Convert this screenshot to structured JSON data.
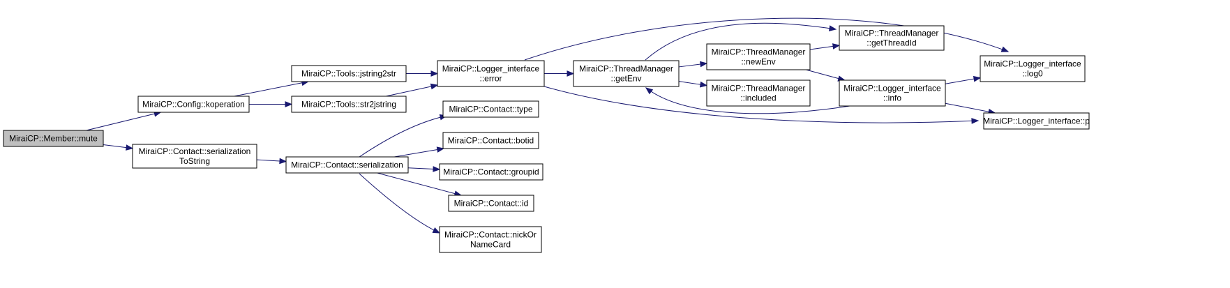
{
  "graph": {
    "nodes": [
      {
        "id": "member_mute",
        "lines": [
          "MiraiCP::Member::mute"
        ],
        "root": true
      },
      {
        "id": "config_koperation",
        "lines": [
          "MiraiCP::Config::koperation"
        ]
      },
      {
        "id": "contact_serializationToString",
        "lines": [
          "MiraiCP::Contact::serialization",
          "ToString"
        ]
      },
      {
        "id": "tools_jstring2str",
        "lines": [
          "MiraiCP::Tools::jstring2str"
        ]
      },
      {
        "id": "tools_str2jstring",
        "lines": [
          "MiraiCP::Tools::str2jstring"
        ]
      },
      {
        "id": "contact_serialization",
        "lines": [
          "MiraiCP::Contact::serialization"
        ]
      },
      {
        "id": "logger_error",
        "lines": [
          "MiraiCP::Logger_interface",
          "::error"
        ]
      },
      {
        "id": "contact_type",
        "lines": [
          "MiraiCP::Contact::type"
        ]
      },
      {
        "id": "contact_botid",
        "lines": [
          "MiraiCP::Contact::botid"
        ]
      },
      {
        "id": "contact_groupid",
        "lines": [
          "MiraiCP::Contact::groupid"
        ]
      },
      {
        "id": "contact_id",
        "lines": [
          "MiraiCP::Contact::id"
        ]
      },
      {
        "id": "contact_nickOrNameCard",
        "lines": [
          "MiraiCP::Contact::nickOr",
          "NameCard"
        ]
      },
      {
        "id": "tm_getEnv",
        "lines": [
          "MiraiCP::ThreadManager",
          "::getEnv"
        ]
      },
      {
        "id": "tm_newEnv",
        "lines": [
          "MiraiCP::ThreadManager",
          "::newEnv"
        ]
      },
      {
        "id": "tm_included",
        "lines": [
          "MiraiCP::ThreadManager",
          "::included"
        ]
      },
      {
        "id": "tm_getThreadId",
        "lines": [
          "MiraiCP::ThreadManager",
          "::getThreadId"
        ]
      },
      {
        "id": "logger_info",
        "lines": [
          "MiraiCP::Logger_interface",
          "::info"
        ]
      },
      {
        "id": "logger_log0",
        "lines": [
          "MiraiCP::Logger_interface",
          "::log0"
        ]
      },
      {
        "id": "logger_p",
        "lines": [
          "MiraiCP::Logger_interface::p"
        ]
      }
    ],
    "edges": [
      [
        "member_mute",
        "config_koperation"
      ],
      [
        "member_mute",
        "contact_serializationToString"
      ],
      [
        "config_koperation",
        "tools_jstring2str"
      ],
      [
        "config_koperation",
        "tools_str2jstring"
      ],
      [
        "tools_jstring2str",
        "logger_error"
      ],
      [
        "tools_str2jstring",
        "logger_error"
      ],
      [
        "contact_serializationToString",
        "contact_serialization"
      ],
      [
        "contact_serialization",
        "contact_type"
      ],
      [
        "contact_serialization",
        "contact_botid"
      ],
      [
        "contact_serialization",
        "contact_groupid"
      ],
      [
        "contact_serialization",
        "contact_id"
      ],
      [
        "contact_serialization",
        "contact_nickOrNameCard"
      ],
      [
        "logger_error",
        "tm_getEnv"
      ],
      [
        "logger_error",
        "logger_log0"
      ],
      [
        "logger_error",
        "logger_p"
      ],
      [
        "tm_getEnv",
        "tm_newEnv"
      ],
      [
        "tm_getEnv",
        "tm_included"
      ],
      [
        "tm_getEnv",
        "tm_getThreadId"
      ],
      [
        "tm_newEnv",
        "tm_getThreadId"
      ],
      [
        "tm_newEnv",
        "logger_info"
      ],
      [
        "logger_info",
        "tm_getEnv"
      ],
      [
        "logger_info",
        "logger_log0"
      ],
      [
        "logger_info",
        "logger_p"
      ]
    ]
  }
}
